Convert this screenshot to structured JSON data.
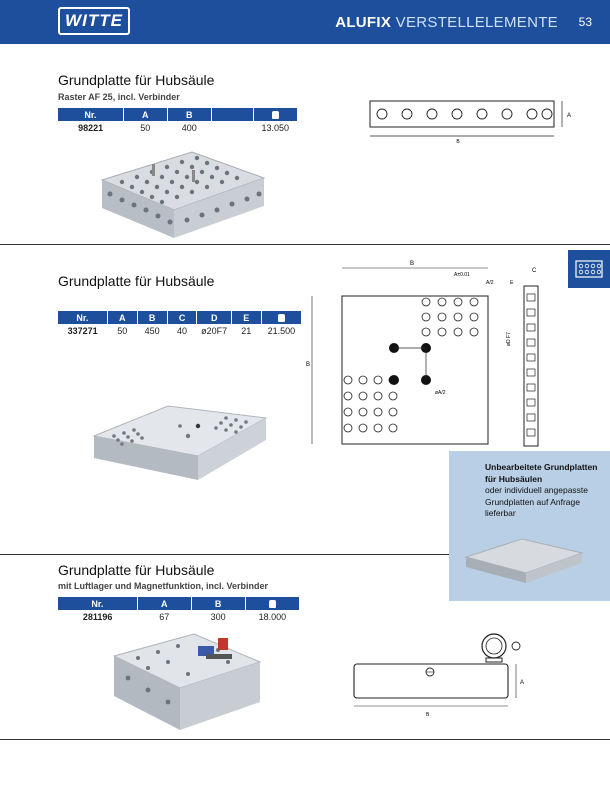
{
  "header": {
    "logo_text": "WITTE",
    "title_bold": "ALUFIX",
    "title_light": "VERSTELLELEMENTE",
    "page_number": "53"
  },
  "sections": [
    {
      "title": "Grundplatte für Hubsäule",
      "subtitle": "Raster AF 25, incl. Verbinder",
      "columns": [
        "Nr.",
        "A",
        "B",
        "",
        "weight-icon"
      ],
      "row": [
        "98221",
        "50",
        "400",
        "",
        "13.050"
      ]
    },
    {
      "title": "Grundplatte für Hubsäule",
      "subtitle": "",
      "columns": [
        "Nr.",
        "A",
        "B",
        "C",
        "D",
        "E",
        "weight-icon"
      ],
      "row": [
        "337271",
        "50",
        "450",
        "40",
        "ø20F7",
        "21",
        "21.500"
      ]
    },
    {
      "title": "Grundplatte für Hubsäule",
      "subtitle": "mit Luftlager und Magnetfunktion, incl. Verbinder",
      "columns": [
        "Nr.",
        "A",
        "B",
        "weight-icon"
      ],
      "row": [
        "281196",
        "67",
        "300",
        "18.000"
      ]
    }
  ],
  "drawings": {
    "d1": {
      "a": "A",
      "b": "B"
    },
    "d2": {
      "b": "B",
      "c": "C",
      "e": "E",
      "a_tol": "A±0.01",
      "a2": "A/2",
      "phi_d": "øD F7",
      "phi_a2": "øA/2",
      "b_side": "B"
    },
    "d3": {
      "a": "A",
      "b": "B"
    }
  },
  "infobox": {
    "line1": "Unbearbeitete Grundplatten",
    "line2": "für Hubsäulen",
    "line3": "oder individuell angepasste",
    "line4": "Grundplatten auf Anfrage",
    "line5": "lieferbar"
  },
  "colors": {
    "brand_blue": "#1d4f9c",
    "info_bg": "#b8cfe6"
  }
}
